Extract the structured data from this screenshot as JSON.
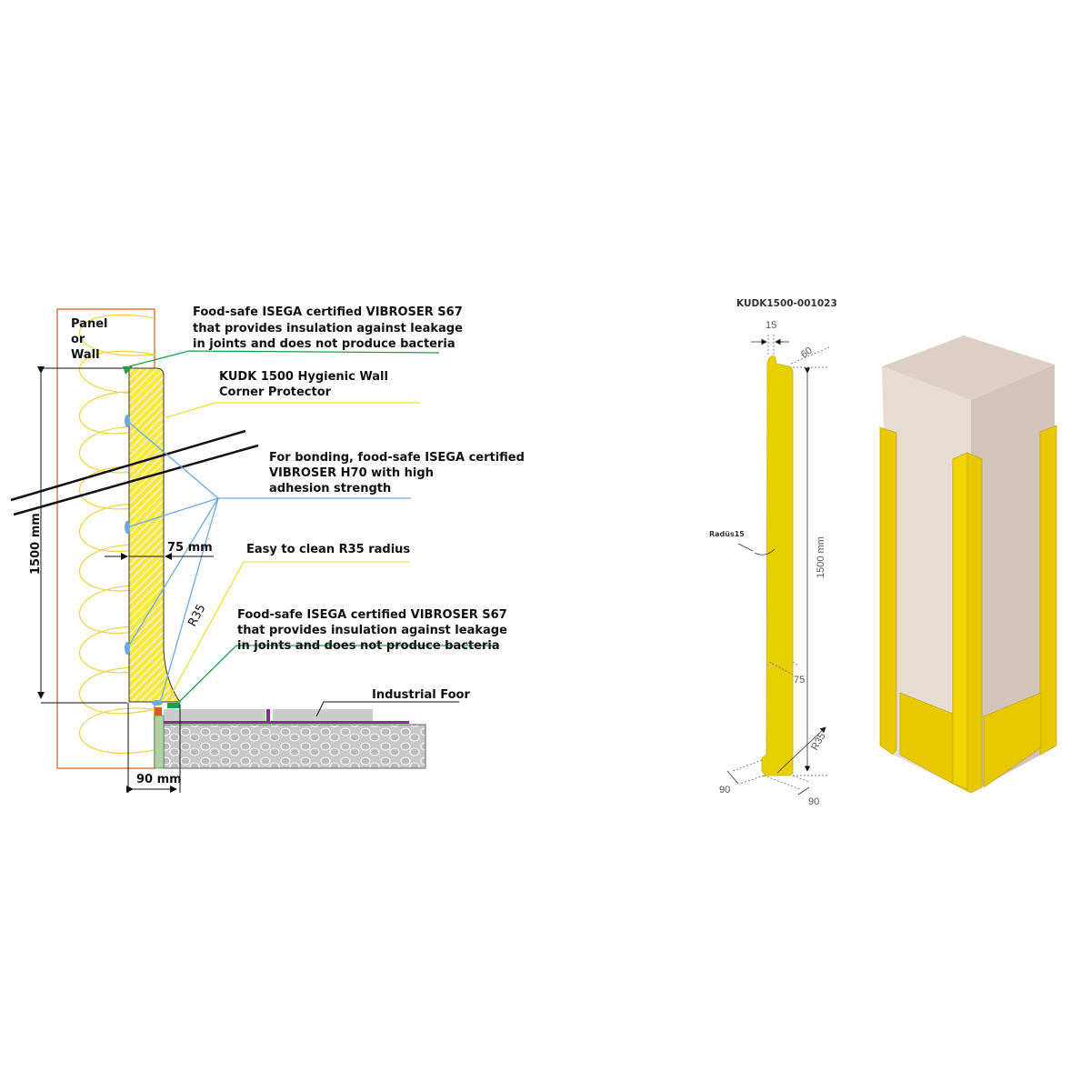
{
  "left_diagram": {
    "panel_label": [
      "Panel",
      "or",
      "Wall"
    ],
    "sealant_top": [
      "Food-safe ISEGA certified VIBROSER S67",
      "that provides insulation against leakage",
      "in joints and does not produce bacteria"
    ],
    "product": [
      "KUDK 1500  Hygienic Wall",
      "Corner Protector"
    ],
    "bonding": [
      "For bonding, food-safe ISEGA certified",
      "VIBROSER H70 with high",
      "adhesion strength"
    ],
    "width_dim": "75 mm",
    "radius_note": "Easy to clean R35 radius",
    "radius_dim": "R35",
    "sealant_bottom": [
      "Food-safe ISEGA certified VIBROSER S67",
      "that provides insulation against leakage",
      "in joints and does not produce bacteria"
    ],
    "floor_label": "Industrial Foor",
    "height_dim": "1500 mm",
    "base_dim": "90 mm",
    "colors": {
      "protector": "#f5e12a",
      "sealant": "#1aa24a",
      "adhesive": "#6aaae0",
      "panel": "#e07a40",
      "membrane": "#8a2a9a"
    }
  },
  "right_drawing": {
    "part_number": "KUDK1500-001023",
    "dim_top_width": "15",
    "dim_lip": "60",
    "radius_label": "Radüs15",
    "height": "1500 mm",
    "dim_75": "75",
    "dim_r35": "R35",
    "dim_90_left": "90",
    "dim_90_right": "90",
    "colors": {
      "protector": "#e8d000",
      "column": "#d9ccc2"
    }
  }
}
